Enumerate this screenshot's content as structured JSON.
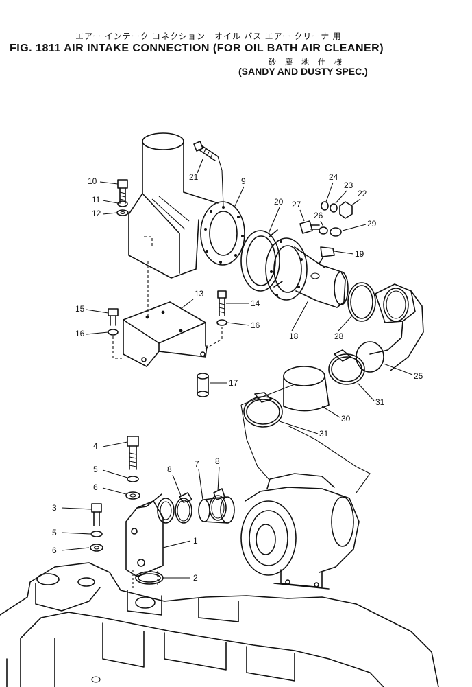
{
  "header": {
    "kana_line": "エアー インテーク コネクション　オイル バス エアー クリーナ 用",
    "title": "FIG. 1811  AIR INTAKE CONNECTION (FOR OIL BATH AIR CLEANER)",
    "kana_line2": "砂　塵　地　仕　様",
    "subtitle": "(SANDY AND DUSTY SPEC.)"
  },
  "part_labels": [
    "10",
    "11",
    "12",
    "21",
    "9",
    "20",
    "24",
    "23",
    "22",
    "27",
    "26",
    "29",
    "19",
    "13",
    "14",
    "15",
    "16",
    "16",
    "17",
    "18",
    "28",
    "25",
    "31",
    "30",
    "31",
    "4",
    "5",
    "6",
    "8",
    "7",
    "8",
    "3",
    "5",
    "6",
    "1",
    "2"
  ],
  "colors": {
    "line": "#111111",
    "paper": "#ffffff"
  }
}
